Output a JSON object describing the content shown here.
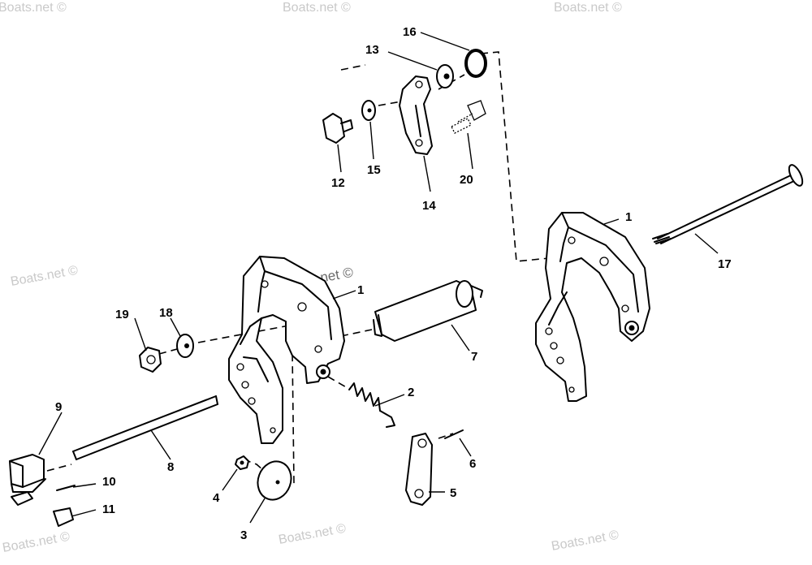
{
  "labels": {
    "p1": "1",
    "p2": "2",
    "p3": "3",
    "p4": "4",
    "p5": "5",
    "p6": "6",
    "p7": "7",
    "p8": "8",
    "p9": "9",
    "p10": "10",
    "p11": "11",
    "p12": "12",
    "p13": "13",
    "p14": "14",
    "p15": "15",
    "p16": "16",
    "p17": "17",
    "p18": "18",
    "p19": "19",
    "p20": "20"
  },
  "watermarks": [
    "Boats.net ©",
    "Boats.net ©",
    "Boats.net ©",
    "Boats.net ©",
    "Boats.net ©",
    "Boats.net ©",
    "Boats.net ©",
    "Boats.net ©"
  ]
}
